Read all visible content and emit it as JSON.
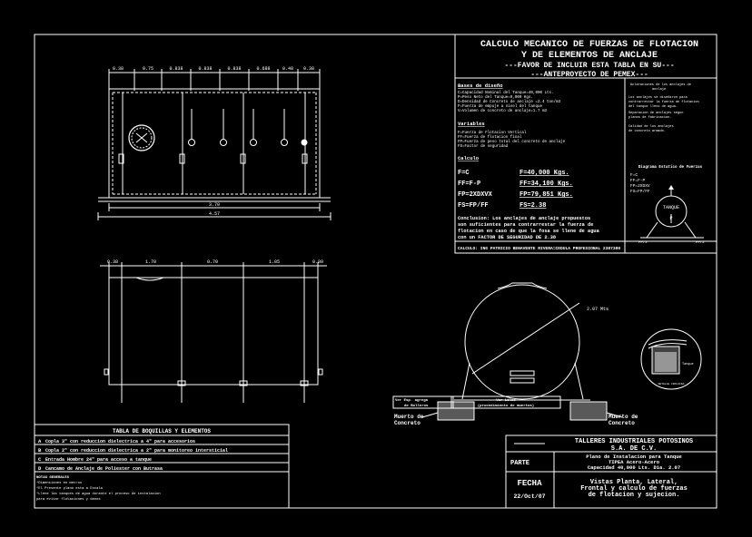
{
  "title_block": {
    "title_line1": "CALCULO MECANICO DE FUERZAS DE FLOTACION",
    "title_line2": "Y DE ELEMENTOS DE ANCLAJE",
    "subtitle_line1": "---FAVOR DE INCLUIR ESTA TABLA EN SU---",
    "subtitle_line2": "---ANTEPROYECTO DE PEMEX---"
  },
  "calc": {
    "base_heading": "Bases de diseño",
    "base_lines": [
      "C=Capacidad Nominal del Tanque=40,000 Lts.",
      "P=Peso Neto del Tanque=9,000 Kgs.",
      "D=Densidad de Concreto de anclaje =2.4 ton/m3",
      "F=Fuerza de empuje a nivel del tanque",
      "V=Volumen de concreto de anclaje=1.7 m3"
    ],
    "variables_heading": "Variables",
    "variable_lines": [
      "F=Fuerza de Flotacion Vertical",
      "FF=Fuerza de flotacion final",
      "FP=Fuerza de peso total del concreto de anclaje",
      "FS=Factor de seguridad"
    ],
    "calc_heading": "Calculo",
    "equations": [
      {
        "lhs": "F=C",
        "rhs": "F=40,000 Kgs."
      },
      {
        "lhs": "FF=F-P",
        "rhs": "FF=34,100 Kgs."
      },
      {
        "lhs": "FP=2XDXVX",
        "rhs": "FP=79,851 Kgs."
      },
      {
        "lhs": "FS=FP/FF",
        "rhs": "FS=2.38"
      }
    ],
    "conclusion": [
      "Conclusion: Los anclajes de anclaje propuestos",
      "son suficientes para contrarrestar la fuerza de",
      "flotacion en caso de que la fosa se llene de agua",
      "con un FACTOR DE SEGURIDAD DE 2.38"
    ],
    "footer": "CALCULO: ING PATRICIO BENAVENTE RIVERA=CEDULA PROFESIONAL 2387380"
  },
  "notes_box": {
    "lines": [
      "Aclaraciones de los anclajes de",
      "anclaje",
      "Los anclajes se diseñaron para",
      "contrarrestar la fuerza de flotacion",
      "del tanque lleno de agua.",
      "",
      "Separacion de anclajes segun",
      "planos de fabricacion.",
      "",
      "Calidad de los anclajes",
      "de concreto armado."
    ],
    "diagram_heading": "Diagrama Estatico de Fuerzas",
    "diagram_lines": [
      "F=C",
      "FF=F-P",
      "FP=2XDXV",
      "FS=FP/FF"
    ],
    "tank_label": "TANQUE",
    "p_label": "P",
    "ff_label": "FF/2"
  },
  "plan_view": {
    "top_dims": [
      "0.38",
      "0.75",
      "0.838",
      "0.838",
      "0.838",
      "0.688",
      "0.48",
      "0.38"
    ],
    "bottom_dim1": "3.70",
    "bottom_dim2": "4.57"
  },
  "side_view": {
    "top_dims": [
      "0.38",
      "1.70",
      "0.70",
      "1.85",
      "0.80"
    ]
  },
  "section": {
    "radius_label": "2.07 Mts",
    "left_label1": "Muerto de",
    "left_label2": "Concreto",
    "right_label1": "Muerto de",
    "right_label2": "Concreto",
    "box_left1": "Ver Esp. agrega",
    "box_left2": "de Bolleros",
    "box_center1": "Ver Liles",
    "box_center2": "(procedimiento de muertos)",
    "detail_label1": "Tanque",
    "detail_label2": "DETALLE INCLUIDA"
  },
  "table": {
    "heading": "TABLA DE BOQUILLAS Y ELEMENTOS",
    "rows": [
      {
        "key": "A",
        "text": "Copla 3\" con reduccion dielectrica a 4\" para accesorios"
      },
      {
        "key": "B",
        "text": "Copla 2\" con reduccion dielectrica a 2\" para monitoreo intersticial"
      },
      {
        "key": "C",
        "text": "Entrada Hombre 24\" para acceso a tanque"
      },
      {
        "key": "D",
        "text": "Cancamo de Anclaje de Poliester con Butrasa"
      }
    ],
    "notes_heading": "NOTAS GENERALES",
    "notes": [
      "*Dimensiones en metros",
      "*El Presente plano esta a Escala",
      "*Llene las tanques de agua durante el proceso de instalacion",
      "para evitar flotaciones y danos"
    ]
  },
  "company": {
    "name_line1": "TALLERES INDUSTRIALES POTOSINOS",
    "name_line2": "S.A. DE C.V.",
    "parte_label": "PARTE",
    "plan_line1": "Plano de Instalacion para Tanque",
    "plan_line2": "TIPEA Acero-Acero",
    "plan_line3": "Capacidad 40,000 Lts. Dia. 2.07",
    "fecha_label": "FECHA",
    "fecha_value": "22/Oct/07",
    "desc_line1": "Vistas Planta, Lateral,",
    "desc_line2": "Frontal y calculo de fuerzas",
    "desc_line3": "de flotacion y sujecion."
  }
}
